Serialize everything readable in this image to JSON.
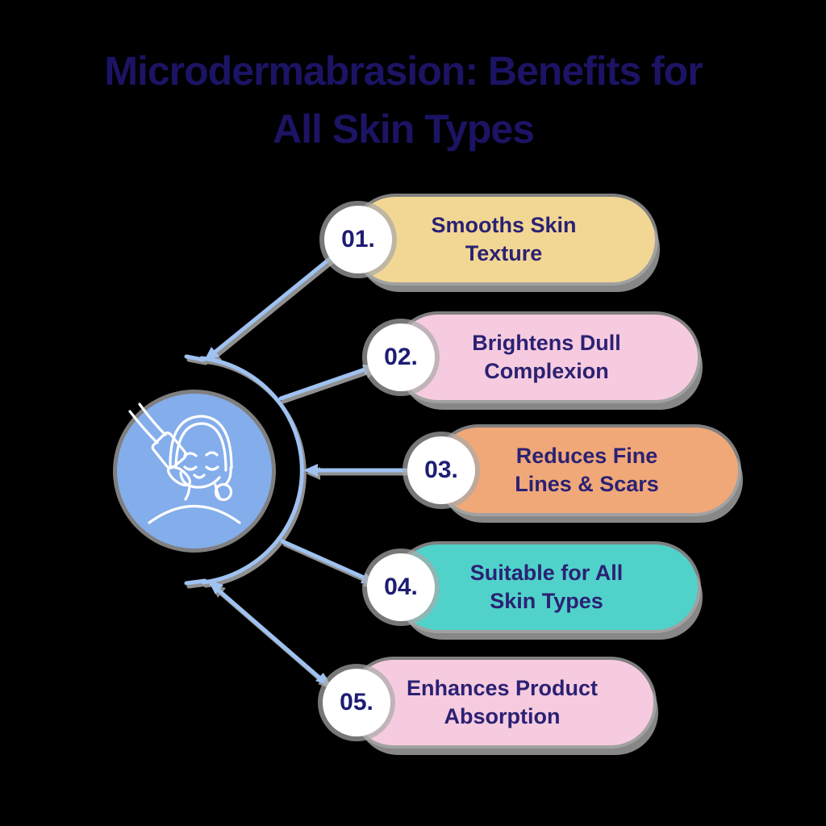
{
  "title": {
    "line1": "Microdermabrasion: Benefits for",
    "line2": "All Skin Types"
  },
  "benefits": [
    {
      "number": "01.",
      "line1": "Smooths Skin",
      "line2": "Texture",
      "color": "#F2D794"
    },
    {
      "number": "02.",
      "line1": "Brightens Dull",
      "line2": "Complexion",
      "color": "#F6CBDF"
    },
    {
      "number": "03.",
      "line1": "Reduces Fine",
      "line2": "Lines & Scars",
      "color": "#F0A878"
    },
    {
      "number": "04.",
      "line1": "Suitable for All",
      "line2": "Skin Types",
      "color": "#50D2CA"
    },
    {
      "number": "05.",
      "line1": "Enhances Product",
      "line2": "Absorption",
      "color": "#F6CBDF"
    }
  ],
  "center_icon": "facial-treatment-icon",
  "colors": {
    "background": "#000000",
    "title_text": "#1B1464",
    "pill_text": "#2B2173",
    "number_text": "#1D1D73",
    "number_badge_bg": "#FFFFFF",
    "connector_line": "#9FC2F1",
    "shadow_gray": "#A9A9A9",
    "center_circle_bg": "#84ADEB",
    "icon_stroke": "#FFFFFF"
  }
}
